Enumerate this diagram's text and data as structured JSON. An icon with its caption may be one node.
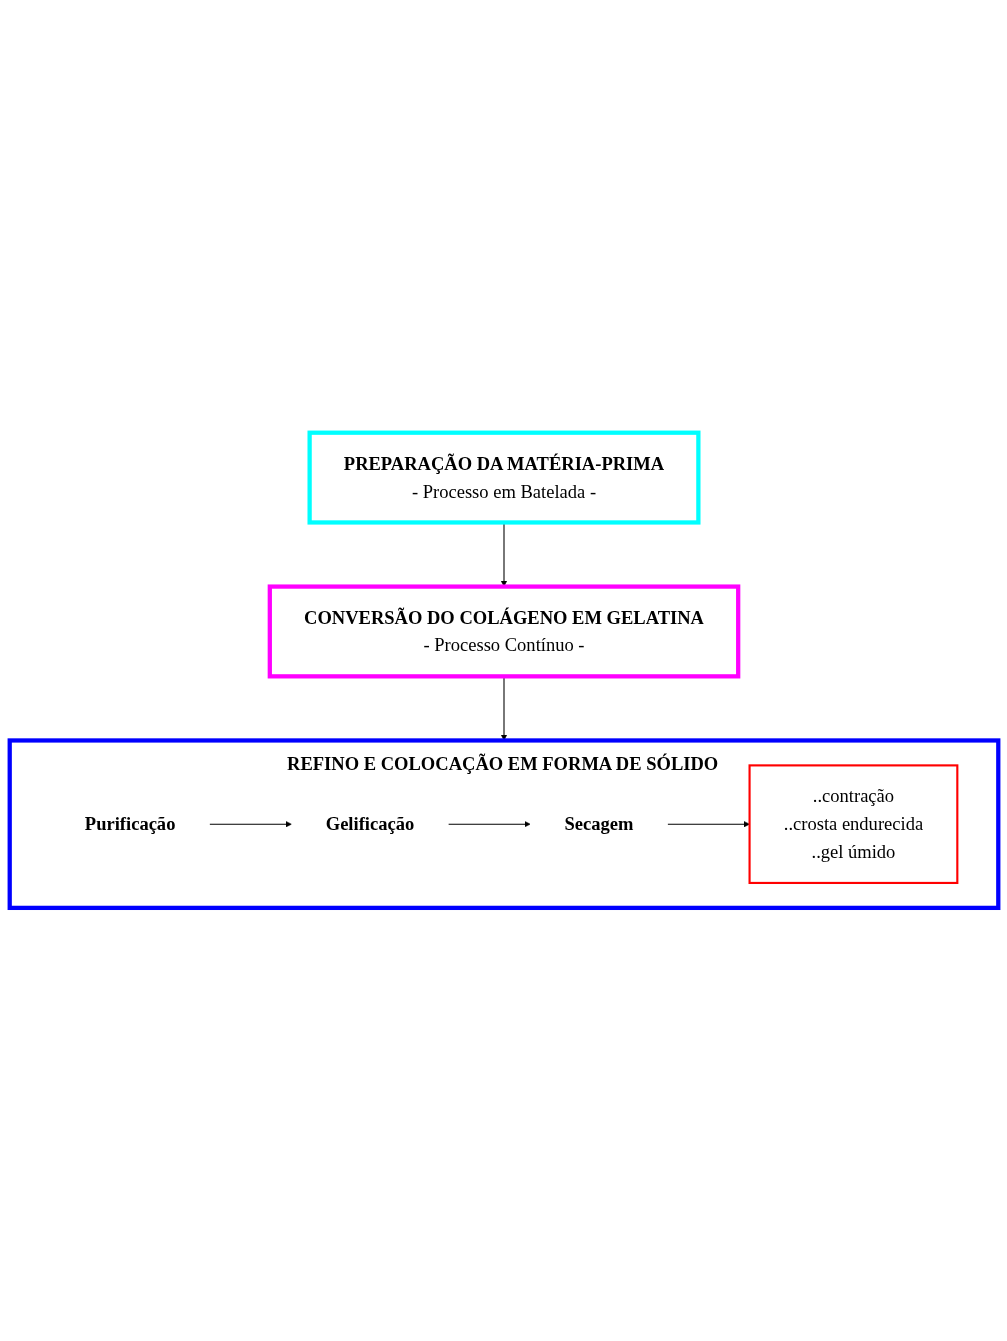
{
  "diagram": {
    "nodes": [
      {
        "text": [
          "PREPARAÇÃO DA MATÉRIA-PRIMA",
          "- Processo em Batelada -"
        ]
      },
      {
        "text": [
          "CONVERSÃO DO COLÁGENO EM GELATINA",
          "- Processo Contínuo -"
        ]
      },
      {
        "text": [
          "REFINO E COLOCAÇÃO EM FORMA DE SÓLIDO"
        ]
      },
      {
        "text": [
          "Purificação"
        ],
        "in": 2
      },
      {
        "text": [
          "Gelificação"
        ],
        "in": 2
      },
      {
        "text": [
          "Secagem"
        ],
        "in": 2
      },
      {
        "text": [
          "..contração",
          "..crosta endurecida",
          "..gel úmido"
        ],
        "in": 2
      }
    ],
    "edges": [
      {
        "from": 0,
        "to": 1,
        "arrow": "to"
      },
      {
        "from": 1,
        "to": 2,
        "arrow": "to"
      },
      {
        "from": 3,
        "to": 4,
        "arrow": "to"
      },
      {
        "from": 4,
        "to": 5,
        "arrow": "to"
      },
      {
        "from": 5,
        "to": 6,
        "arrow": "to"
      }
    ]
  }
}
